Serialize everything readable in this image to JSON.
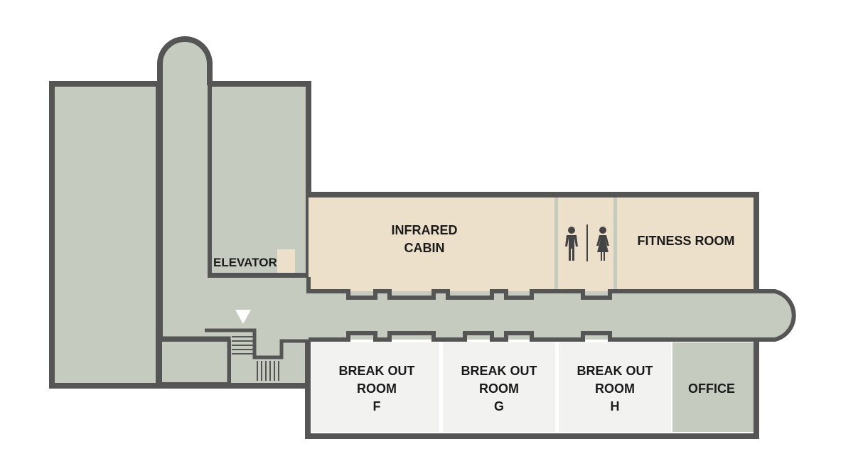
{
  "floorplan": {
    "colors": {
      "wall": "#555555",
      "corridor": "#c5cbbf",
      "service_room": "#c5cbbf",
      "feature_room": "#ede0ca",
      "breakout_room": "#f2f2f0",
      "background": "#ffffff"
    },
    "rooms": {
      "infrared_cabin": {
        "line1": "INFRARED",
        "line2": "CABIN"
      },
      "fitness_room": {
        "label": "FITNESS ROOM"
      },
      "elevator": {
        "label": "ELEVATOR"
      },
      "restrooms": {
        "icons": [
          "man-icon",
          "woman-icon"
        ]
      },
      "break_out_f": {
        "line1": "BREAK OUT",
        "line2": "ROOM",
        "line3": "F"
      },
      "break_out_g": {
        "line1": "BREAK OUT",
        "line2": "ROOM",
        "line3": "G"
      },
      "break_out_h": {
        "line1": "BREAK OUT",
        "line2": "ROOM",
        "line3": "H"
      },
      "office": {
        "label": "OFFICE"
      }
    },
    "markers": {
      "you_are_here": "down-triangle-marker",
      "stairs": "stairs-icon"
    }
  }
}
